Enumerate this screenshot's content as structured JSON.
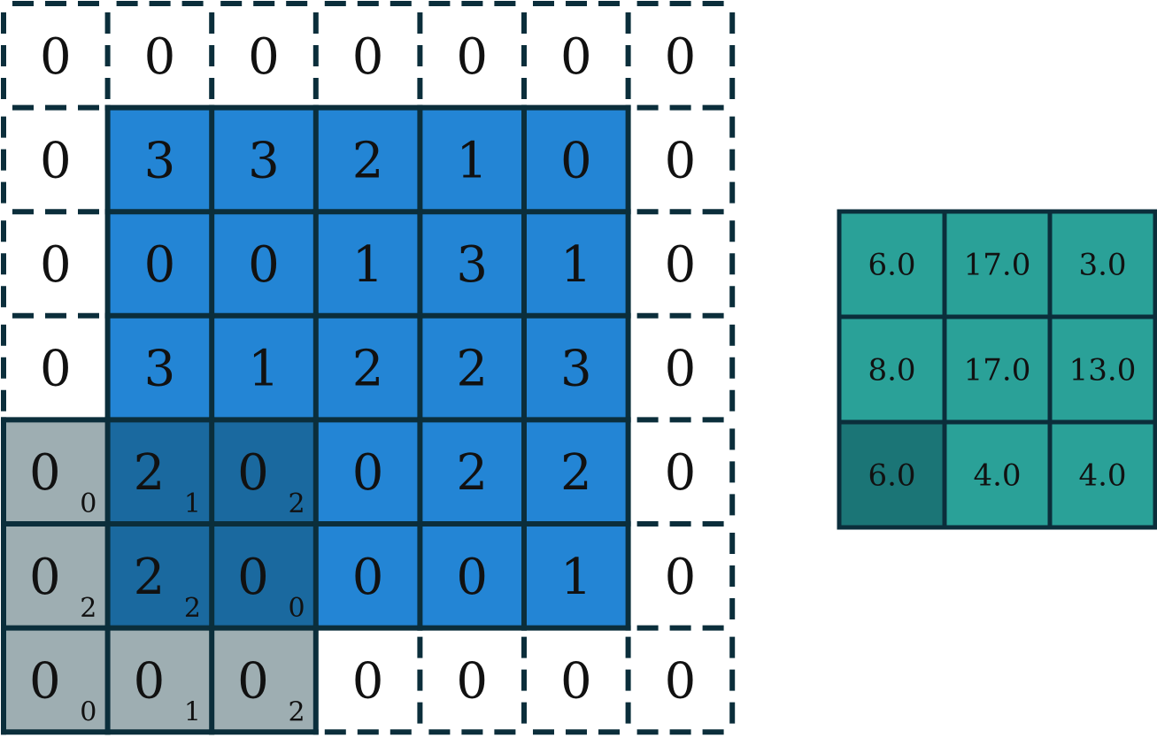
{
  "input": {
    "rows": [
      [
        0,
        0,
        0,
        0,
        0,
        0,
        0
      ],
      [
        0,
        3,
        3,
        2,
        1,
        0,
        0
      ],
      [
        0,
        0,
        0,
        1,
        3,
        1,
        0
      ],
      [
        0,
        3,
        1,
        2,
        2,
        3,
        0
      ],
      [
        0,
        2,
        0,
        0,
        2,
        2,
        0
      ],
      [
        0,
        2,
        0,
        0,
        0,
        1,
        0
      ],
      [
        0,
        0,
        0,
        0,
        0,
        0,
        0
      ]
    ],
    "kernel": [
      [
        0,
        1,
        2
      ],
      [
        2,
        2,
        0
      ],
      [
        0,
        1,
        2
      ]
    ],
    "kernel_position": [
      4,
      0
    ]
  },
  "output": {
    "rows": [
      [
        "6.0",
        "17.0",
        "3.0"
      ],
      [
        "8.0",
        "17.0",
        "13.0"
      ],
      [
        "6.0",
        "4.0",
        "4.0"
      ]
    ],
    "highlight": [
      2,
      0
    ]
  },
  "colors": {
    "input": "#2385d5",
    "kernel_on_padding": "#9eaeb2",
    "kernel_on_input": "#1a699f",
    "output": "#2aa198",
    "output_highlight": "#1b7576",
    "border": "#0b2e3b"
  }
}
